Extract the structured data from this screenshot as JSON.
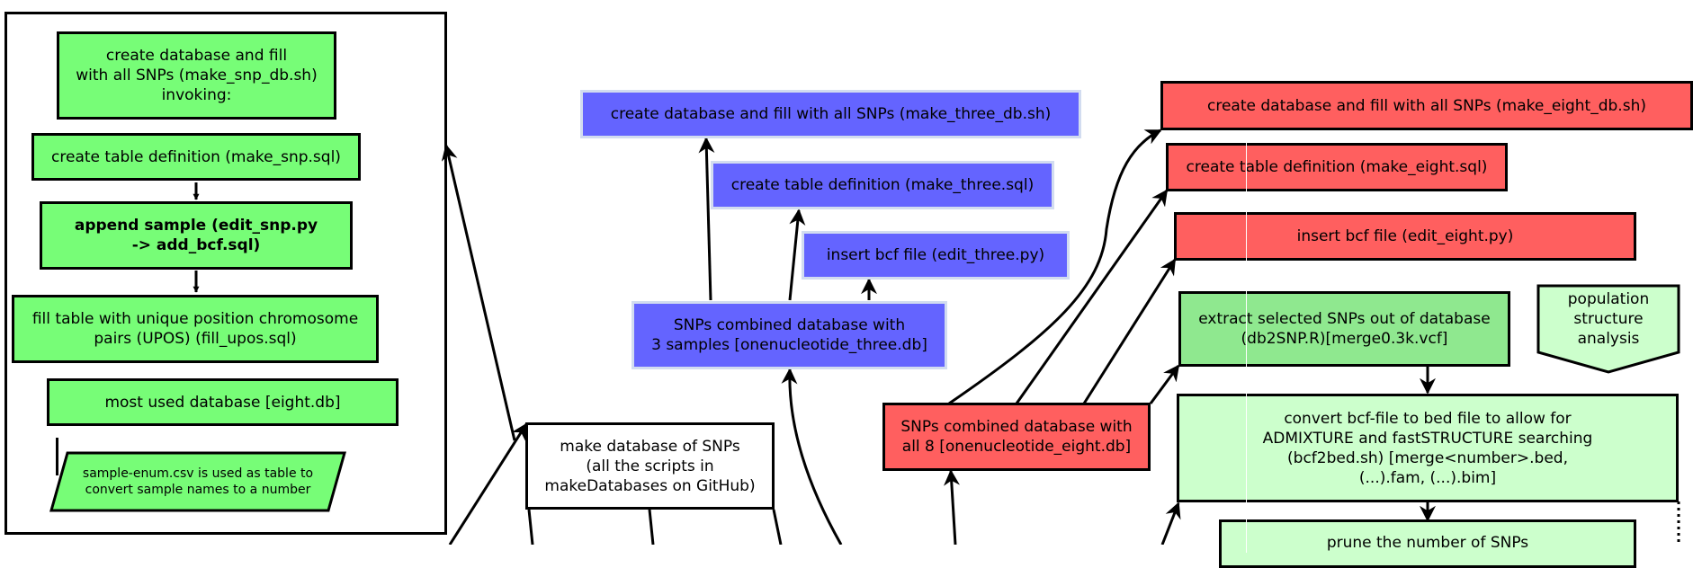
{
  "diagram": {
    "left_panel": {
      "make_snp_db": "create database and fill\nwith all SNPs (make_snp_db.sh)\ninvoking:",
      "make_snp_sql": "create table definition (make_snp.sql)",
      "append_sample": "append sample (edit_snp.py\n-> add_bcf.sql)",
      "fill_upos": "fill table with unique position chromosome\npairs (UPOS) (fill_upos.sql)",
      "most_used_db": "most used database [eight.db]",
      "sample_enum": "sample-enum.csv  is used as table to\nconvert sample names to a number"
    },
    "center": {
      "make_databases": "make database of SNPs\n(all the scripts in\nmakeDatabases on GitHub)"
    },
    "three": {
      "make_three_db": "create database and fill with all SNPs (make_three_db.sh)",
      "make_three_sql": "create table definition (make_three.sql)",
      "edit_three": "insert bcf file (edit_three.py)",
      "three_db": "SNPs combined database with\n3 samples [onenucleotide_three.db]"
    },
    "eight": {
      "make_eight_db": "create database and fill with all SNPs (make_eight_db.sh)",
      "make_eight_sql": "create table definition (make_eight.sql)",
      "edit_eight": "insert bcf file (edit_eight.py)",
      "eight_db": "SNPs combined database with\nall 8 [onenucleotide_eight.db]"
    },
    "pipeline": {
      "extract": "extract selected SNPs out of database\n(db2SNP.R)[merge0.3k.vcf]",
      "population": "population\nstructure\nanalysis",
      "convert": "convert bcf-file to bed file to allow for\nADMIXTURE and fastSTRUCTURE searching\n(bcf2bed.sh) [merge<number>.bed,\n(...).fam, (...).bim]",
      "prune": "prune the number of SNPs"
    }
  },
  "colors": {
    "green": "#77fd77",
    "light_green": "#8fe88f",
    "pale_green": "#ccffcc",
    "blue": "#6464ff",
    "red": "#ff5f5f"
  }
}
